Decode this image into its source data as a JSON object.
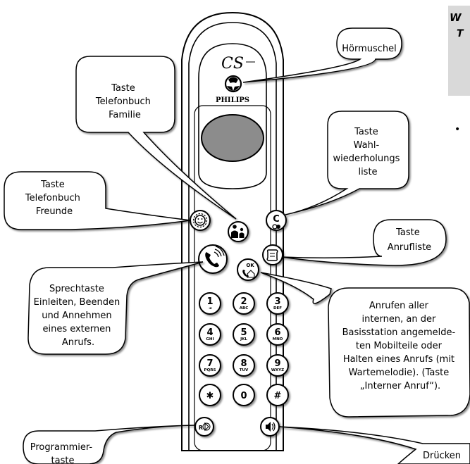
{
  "brand": "PHILIPS",
  "model_logo": "CS",
  "callouts": {
    "hoermuschel": [
      "Hörmuschel"
    ],
    "familie": [
      "Taste",
      "Telefonbuch",
      "Familie"
    ],
    "freunde": [
      "Taste",
      "Telefonbuch",
      "Freunde"
    ],
    "wahlwiederholung": [
      "Taste",
      "Wahl-",
      "wiederholungs",
      "liste"
    ],
    "anrufliste": [
      "Taste",
      "Anrufliste"
    ],
    "sprechtaste": [
      "Sprechtaste",
      "Einleiten, Beenden",
      "und Annehmen",
      "eines externen",
      "Anrufs."
    ],
    "intern": [
      "Anrufen aller",
      "internen, an der",
      "Basisstation angemelde-",
      "ten Mobilteile oder",
      "Halten eines Anrufs (mit",
      "Wartemelodie). (Taste",
      "„Interner Anruf“)."
    ],
    "programmier": [
      "Programmier-",
      "taste"
    ],
    "druecken": [
      "Drücken"
    ]
  },
  "partial_right_box": {
    "title_fragment": "W",
    "line2_fragment": "T",
    "bullet": "•"
  },
  "keypad": [
    {
      "main": "1",
      "sub": "◄"
    },
    {
      "main": "2",
      "sub": "ABC"
    },
    {
      "main": "3",
      "sub": "DEF"
    },
    {
      "main": "4",
      "sub": "GHI"
    },
    {
      "main": "5",
      "sub": "JKL"
    },
    {
      "main": "6",
      "sub": "MNO"
    },
    {
      "main": "7",
      "sub": "PQRS"
    },
    {
      "main": "8",
      "sub": "TUV"
    },
    {
      "main": "9",
      "sub": "WXYZ"
    },
    {
      "main": "✱",
      "sub": ""
    },
    {
      "main": "0",
      "sub": ""
    },
    {
      "main": "#",
      "sub": ""
    }
  ],
  "buttons": {
    "c_key": "C",
    "ok_key": "OK",
    "r_key": "R"
  },
  "colors": {
    "outline": "#000000",
    "bubble_fill": "#ffffff",
    "gray_box": "#d9d9d9",
    "display": "#8c8c8c"
  }
}
